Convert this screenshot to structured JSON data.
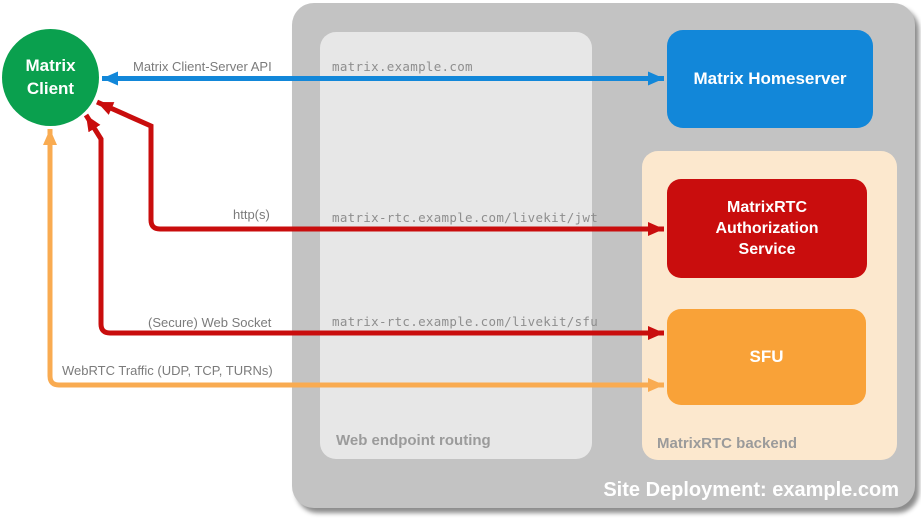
{
  "nodes": {
    "matrix_client": {
      "label": "Matrix Client",
      "color": "#0aa04e"
    },
    "matrix_homeserver": {
      "label": "Matrix Homeserver",
      "color": "#1287d9"
    },
    "matrixrtc_auth_service": {
      "label": "MatrixRTC Authorization Service",
      "color": "#c90d0d"
    },
    "sfu": {
      "label": "SFU",
      "color": "#f9a238"
    }
  },
  "containers": {
    "site_deployment": {
      "label": "Site Deployment: example.com",
      "color": "#c3c3c3",
      "label_color": "#ffffff"
    },
    "web_endpoint_routing": {
      "label": "Web endpoint routing",
      "color": "#e7e7e7",
      "label_color": "#9b9b9b"
    },
    "matrixrtc_backend": {
      "label": "MatrixRTC backend",
      "color": "#fce8ce",
      "label_color": "#9b9b9b"
    }
  },
  "endpoints": {
    "homeserver": "matrix.example.com",
    "livekit_jwt": "matrix-rtc.example.com/livekit/jwt",
    "livekit_sfu": "matrix-rtc.example.com/livekit/sfu"
  },
  "arrows": [
    {
      "label": "Matrix Client-Server API",
      "color": "#1287d9",
      "from": "Matrix Client",
      "to": "Matrix Homeserver",
      "bidirectional": true
    },
    {
      "label": "http(s)",
      "color": "#c90d0d",
      "from": "Matrix Client",
      "to": "MatrixRTC Authorization Service",
      "bidirectional": true
    },
    {
      "label": "(Secure) Web Socket",
      "color": "#c90d0d",
      "from": "Matrix Client",
      "to": "SFU",
      "bidirectional": true
    },
    {
      "label": "WebRTC Traffic (UDP, TCP, TURNs)",
      "color": "#f9ab51",
      "from": "Matrix Client",
      "to": "SFU",
      "bidirectional": true
    }
  ]
}
